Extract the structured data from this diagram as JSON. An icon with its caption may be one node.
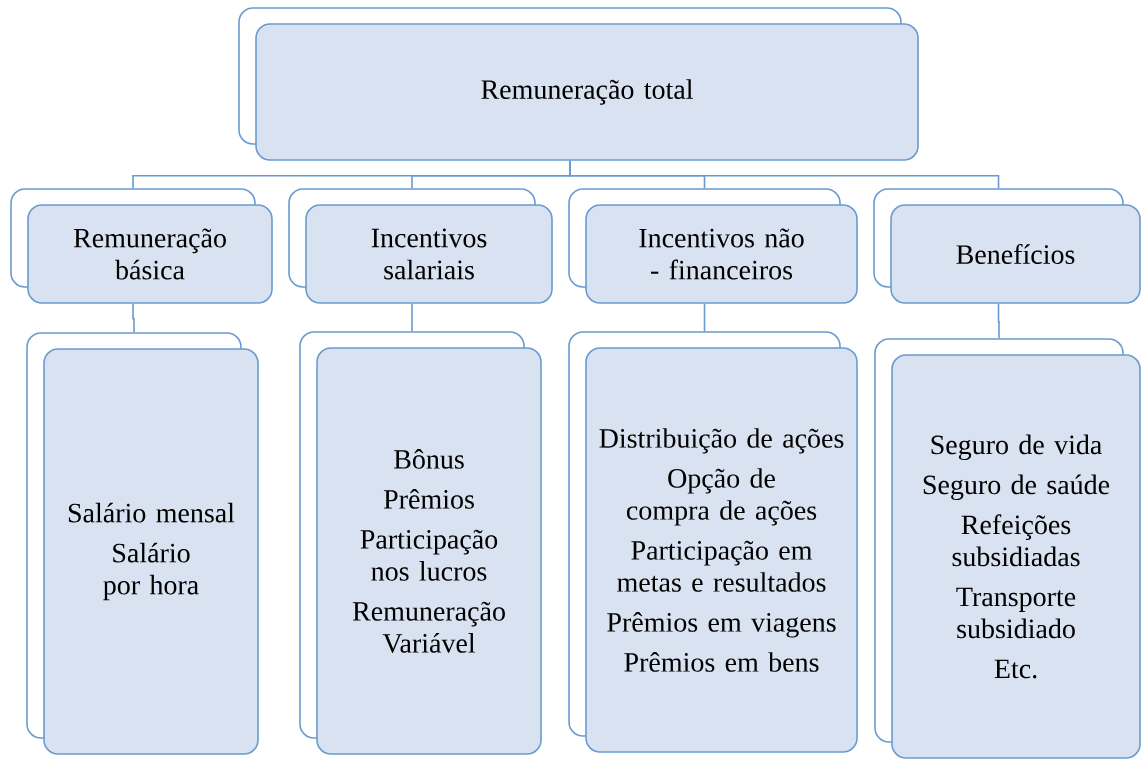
{
  "diagram": {
    "nodes": [
      {
        "text": [
          "Remuneração total"
        ]
      },
      {
        "text": [
          "Remuneração básica"
        ]
      },
      {
        "text": [
          "Incentivos salariais"
        ]
      },
      {
        "text": [
          "Incentivos não - financeiros"
        ]
      },
      {
        "text": [
          "Benefícios"
        ]
      },
      {
        "text": [
          "Salário mensal",
          "Salário por hora"
        ]
      },
      {
        "text": [
          "Bônus",
          "Prêmios",
          "Participação nos lucros",
          "Remuneração Variável"
        ]
      },
      {
        "text": [
          "Distribuição de ações",
          "Opção de compra de ações",
          "Participação em metas e resultados",
          "Prêmios em viagens",
          "Prêmios em bens"
        ]
      },
      {
        "text": [
          "Seguro de vida",
          "Seguro de saúde",
          "Refeições subsidiadas",
          "Transporte subsidiado",
          "Etc."
        ]
      }
    ],
    "edges": [
      {
        "from": 0,
        "to": 1,
        "arrow": "none"
      },
      {
        "from": 0,
        "to": 2,
        "arrow": "none"
      },
      {
        "from": 0,
        "to": 3,
        "arrow": "none"
      },
      {
        "from": 0,
        "to": 4,
        "arrow": "none"
      },
      {
        "from": 1,
        "to": 5,
        "arrow": "none"
      },
      {
        "from": 2,
        "to": 6,
        "arrow": "none"
      },
      {
        "from": 3,
        "to": 7,
        "arrow": "none"
      },
      {
        "from": 4,
        "to": 8,
        "arrow": "none"
      }
    ]
  }
}
